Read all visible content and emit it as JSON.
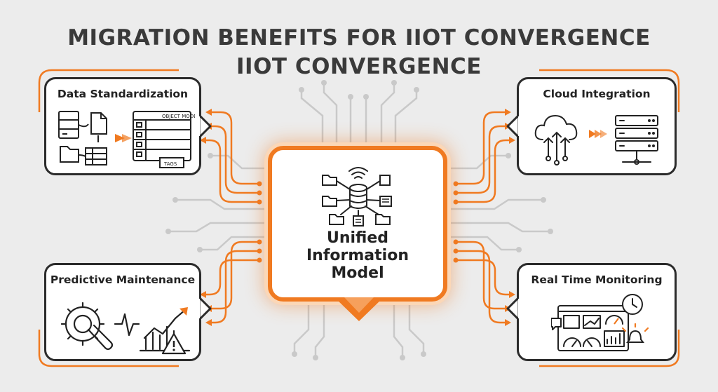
{
  "title": {
    "line1": "MIGRATION BENEFITS FOR IIOT CONVERGENCE",
    "line2": "IIOT CONVERGENCE"
  },
  "center": {
    "line1": "Unified",
    "line2": "Information",
    "line3": "Model"
  },
  "cards": {
    "data_standardization": {
      "label": "Data Standardization",
      "object_model_label": "OBJECT MODEL",
      "tags_label": "TAGS"
    },
    "cloud_integration": {
      "label": "Cloud Integration"
    },
    "predictive_maintenance": {
      "label": "Predictive Maintenance"
    },
    "real_time_monitoring": {
      "label": "Real Time Monitoring"
    }
  },
  "icons": {
    "center": [
      "wifi-icon",
      "database-icon",
      "folder-icon",
      "document-icon",
      "server-icon"
    ],
    "data_standardization": [
      "server-icon",
      "document-icon",
      "folder-icon",
      "spreadsheet-icon",
      "table-icon"
    ],
    "cloud_integration": [
      "cloud-upload-icon",
      "server-rack-icon",
      "arrow-right-icon"
    ],
    "predictive_maintenance": [
      "gear-wrench-icon",
      "trend-chart-icon",
      "warning-icon"
    ],
    "real_time_monitoring": [
      "dashboard-icon",
      "clock-icon",
      "alarm-bell-icon",
      "gauge-icon"
    ]
  },
  "colors": {
    "accent": "#f07a21",
    "accent_light": "#fbd7b7",
    "circuit_gray": "#c8c8c8",
    "outline": "#2b2b2b",
    "background": "#ececec"
  }
}
